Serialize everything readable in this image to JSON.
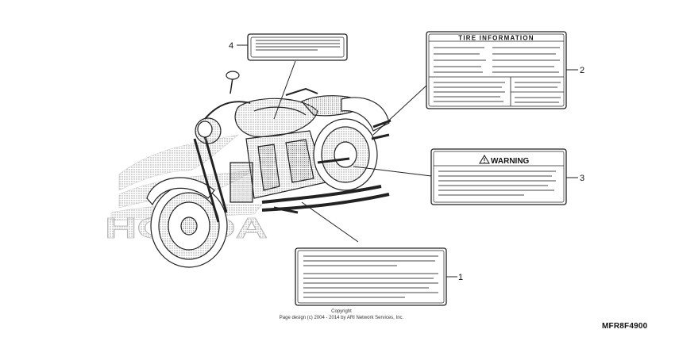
{
  "callouts": [
    {
      "number": "1"
    },
    {
      "number": "2"
    },
    {
      "number": "3"
    },
    {
      "number": "4"
    }
  ],
  "labels": {
    "tire_information": "TIRE INFORMATION",
    "warning": "WARNING",
    "warning_icon": "warning-triangle-icon"
  },
  "watermark": "HONDA",
  "copyright": {
    "line1": "Copyright",
    "line2": "Page design (c) 2004 - 2014 by ARI Network Services, Inc."
  },
  "diagram_code": "MFR8F4900"
}
